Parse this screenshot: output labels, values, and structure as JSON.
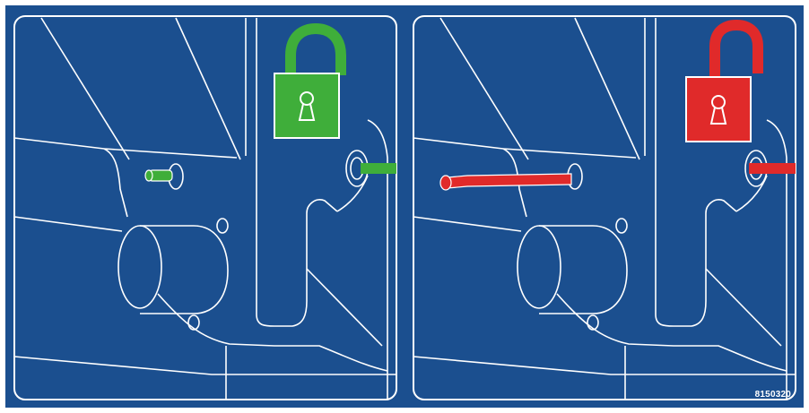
{
  "figure": {
    "id_label": "8150320"
  },
  "colors": {
    "background": "#1b4f8f",
    "line": "#ffffff",
    "locked": "#3fae3a",
    "unlocked": "#e02a2a"
  },
  "panels": [
    {
      "state": "locked",
      "icon": "padlock-closed-icon",
      "pin": "pin-retracted"
    },
    {
      "state": "unlocked",
      "icon": "padlock-open-icon",
      "pin": "pin-extended"
    }
  ]
}
